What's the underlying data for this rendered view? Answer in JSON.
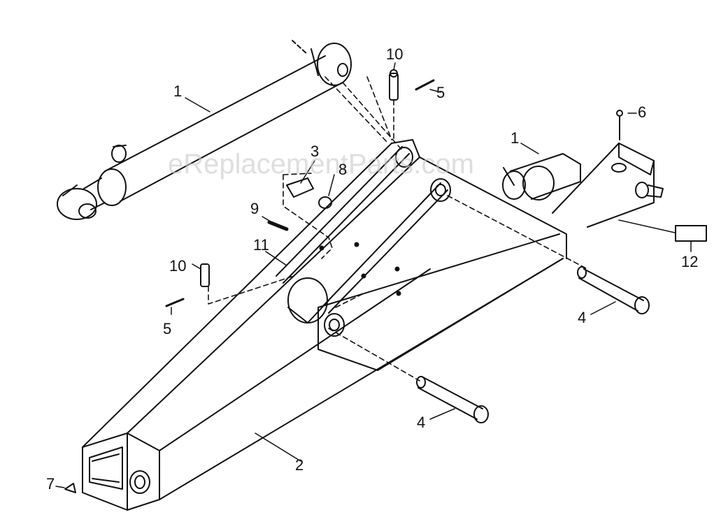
{
  "watermark": "eReplacementParts.com",
  "callouts": {
    "c1_top": "1",
    "c1_right": "1",
    "c2": "2",
    "c3": "3",
    "c4_right": "4",
    "c4_center": "4",
    "c5_top": "5",
    "c5_left": "5",
    "c6": "6",
    "c7": "7",
    "c8": "8",
    "c9": "9",
    "c10_top": "10",
    "c10_left": "10",
    "c11": "11",
    "c12": "12"
  },
  "colors": {
    "ink": "#111111",
    "paper": "#ffffff",
    "watermark": "#c9c9c9"
  }
}
